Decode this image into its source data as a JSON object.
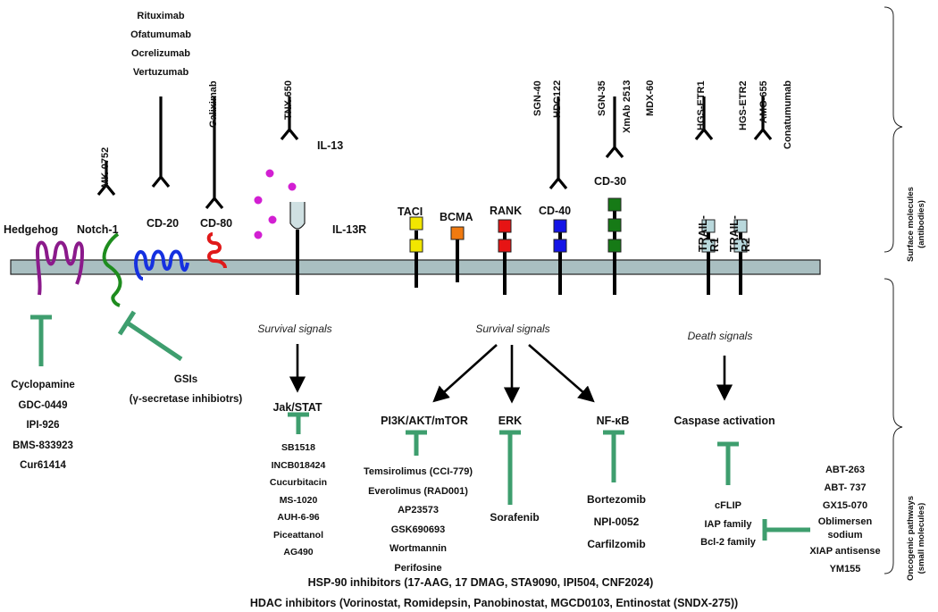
{
  "antibodies": {
    "mk0752": "MK-0752",
    "cd20_drugs": [
      "Rituximab",
      "Ofatumumab",
      "Ocrelizumab",
      "Vertuzumab"
    ],
    "galiximab": "Galiximab",
    "tnx650": "TNX-650",
    "sgn40": "SGN-40",
    "hdc122": "HDC122",
    "sgn35": "SGN-35",
    "xmab2513": "XmAb 2513",
    "mdx60": "MDX-60",
    "hgs_etr1": "HGS-ETR1",
    "hgs_etr2": "HGS-ETR2",
    "amg655": "AMG-655",
    "conatumumab": "Conatumumab"
  },
  "receptors": {
    "hedgehog": "Hedgehog",
    "notch1": "Notch-1",
    "cd20": "CD-20",
    "cd80": "CD-80",
    "il13": "IL-13",
    "il13r": "IL-13R",
    "taci": "TACI",
    "bcma": "BCMA",
    "rank": "RANK",
    "cd40": "CD-40",
    "cd30": "CD-30",
    "trail_r1": "TRAIL-R1",
    "trail_r2": "TRAIL-R2"
  },
  "brackets": {
    "surface": [
      "Surface molecules",
      "(antibodies)"
    ],
    "oncogenic": [
      "Oncogenic pathways",
      "(small molecules)"
    ]
  },
  "signals": {
    "survival_1": "Survival signals",
    "survival_2": "Survival signals",
    "death": "Death signals"
  },
  "pathways": {
    "jakstat": "Jak/STAT",
    "pi3k": "PI3K/AKT/mTOR",
    "erk": "ERK",
    "nfkb": "NF-κB",
    "caspase": "Caspase activation"
  },
  "inhibitors": {
    "hedgehog": [
      "Cyclopamine",
      "GDC-0449",
      "IPI-926",
      "BMS-833923",
      "Cur61414"
    ],
    "gsis": [
      "GSIs",
      "(γ-secretase inhibiotrs)"
    ],
    "jakstat": [
      "SB1518",
      "INCB018424",
      "Cucurbitacin",
      "MS-1020",
      "AUH-6-96",
      "Piceattanol",
      "AG490"
    ],
    "pi3k": [
      "Temsirolimus (CCI-779)",
      "Everolimus (RAD001)",
      "AP23573",
      "GSK690693",
      "Wortmannin",
      "Perifosine"
    ],
    "erk": [
      "Sorafenib"
    ],
    "nfkb": [
      "Bortezomib",
      "NPI-0052",
      "Carfilzomib"
    ],
    "caspase_targets": [
      "cFLIP",
      "IAP family",
      "Bcl-2 family"
    ],
    "bcl2": [
      "ABT-263",
      "ABT- 737",
      "GX15-070",
      "Oblimersen",
      "sodium",
      "XIAP antisense",
      "YM155"
    ],
    "hsp90": "HSP-90 inhibitors (17-AAG, 17 DMAG, STA9090, IPI504, CNF2024)",
    "hdac": "HDAC inhibitors (Vorinostat, Romidepsin, Panobinostat, MGCD0103, Entinostat (SNDX-275))"
  },
  "colors": {
    "membrane_fill": "#a9bfc1",
    "inhibitor_green": "#3e9e6e",
    "hedgehog": "#8b1a8b",
    "notch": "#1e8c1e",
    "cd20": "#1530e0",
    "cd80": "#e01a1a",
    "il13": "#d21fd2",
    "taci": "#f2e600",
    "bcma": "#f07a10",
    "rank": "#e61414",
    "cd40": "#1414e6",
    "cd30": "#167a16",
    "trail": "#b9d8dc"
  }
}
